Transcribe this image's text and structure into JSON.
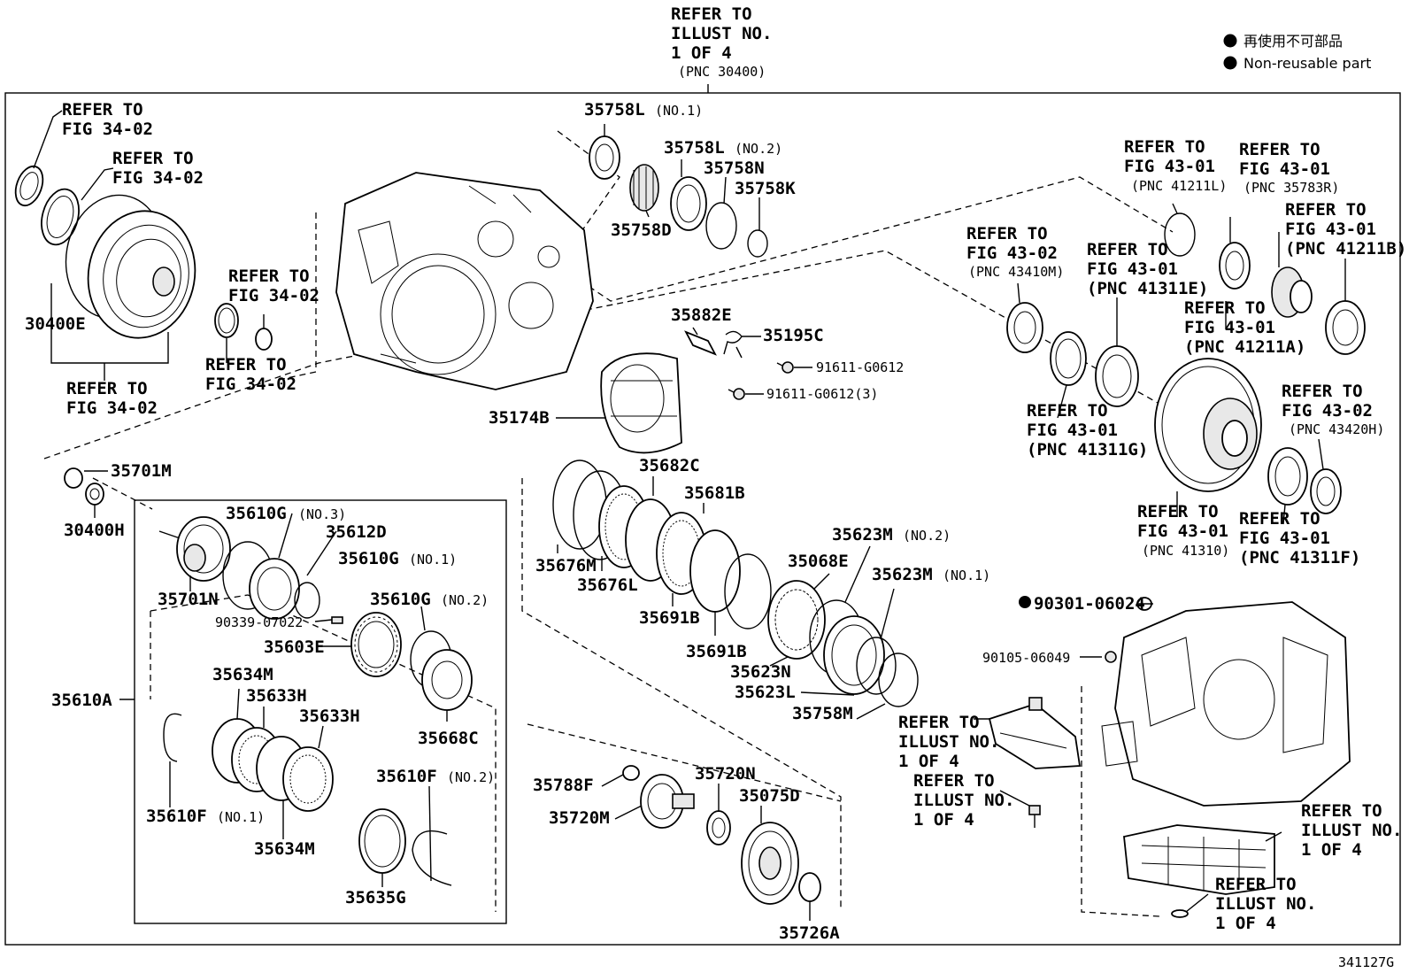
{
  "legend": {
    "line_jp": "再使用不可部品",
    "line_en": "Non-reusable part"
  },
  "figure_id": "341127G",
  "top_ref": [
    "REFER TO",
    "ILLUST NO.",
    "1 OF 4",
    "(PNC 30400)"
  ],
  "labels": [
    {
      "id": "ref-fig3402-a",
      "lines": [
        "REFER TO",
        "FIG 34-02"
      ]
    },
    {
      "id": "ref-fig3402-b",
      "lines": [
        "REFER TO",
        "FIG 34-02"
      ]
    },
    {
      "id": "ref-fig3402-c",
      "lines": [
        "REFER TO",
        "FIG 34-02"
      ]
    },
    {
      "id": "ref-fig3402-d",
      "lines": [
        "REFER TO",
        "FIG 34-02"
      ]
    },
    {
      "id": "ref-fig3402-e",
      "lines": [
        "REFER TO",
        "FIG 34-02"
      ]
    },
    {
      "id": "p30400E",
      "text": "30400E"
    },
    {
      "id": "p35758L1",
      "text": "35758L",
      "note": "(NO.1)"
    },
    {
      "id": "p35758L2",
      "text": "35758L",
      "note": "(NO.2)"
    },
    {
      "id": "p35758N",
      "text": "35758N"
    },
    {
      "id": "p35758K",
      "text": "35758K"
    },
    {
      "id": "p35758D",
      "text": "35758D"
    },
    {
      "id": "ref-41211L",
      "lines": [
        "REFER TO",
        "FIG 43-01",
        "(PNC 41211L)"
      ]
    },
    {
      "id": "ref-35783R",
      "lines": [
        "REFER TO",
        "FIG 43-01",
        "(PNC 35783R)"
      ]
    },
    {
      "id": "ref-41211B",
      "lines": [
        "REFER TO",
        "FIG 43-01",
        "(PNC 41211B)"
      ]
    },
    {
      "id": "ref-43410M",
      "lines": [
        "REFER TO",
        "FIG 43-02",
        "(PNC 43410M)"
      ]
    },
    {
      "id": "ref-41311E",
      "lines": [
        "REFER TO",
        "FIG 43-01",
        "(PNC 41311E)"
      ]
    },
    {
      "id": "ref-41211A",
      "lines": [
        "REFER TO",
        "FIG 43-01",
        "(PNC 41211A)"
      ]
    },
    {
      "id": "ref-41311G",
      "lines": [
        "REFER TO",
        "FIG 43-01",
        "(PNC 41311G)"
      ]
    },
    {
      "id": "ref-43420H",
      "lines": [
        "REFER TO",
        "FIG 43-02",
        "(PNC 43420H)"
      ]
    },
    {
      "id": "ref-41310",
      "lines": [
        "REFER TO",
        "FIG 43-01",
        "(PNC 41310)"
      ]
    },
    {
      "id": "ref-41311F",
      "lines": [
        "REFER TO",
        "FIG 43-01",
        "(PNC 41311F)"
      ]
    },
    {
      "id": "p35882E",
      "text": "35882E"
    },
    {
      "id": "p35195C",
      "text": "35195C"
    },
    {
      "id": "p91611a",
      "text": "91611-G0612"
    },
    {
      "id": "p91611b",
      "text": "91611-G0612(3)"
    },
    {
      "id": "p35174B",
      "text": "35174B"
    },
    {
      "id": "p35701M",
      "text": "35701M"
    },
    {
      "id": "p30400H",
      "text": "30400H"
    },
    {
      "id": "p35610G3",
      "text": "35610G",
      "note": "(NO.3)"
    },
    {
      "id": "p35612D",
      "text": "35612D"
    },
    {
      "id": "p35610G1",
      "text": "35610G",
      "note": "(NO.1)"
    },
    {
      "id": "p35701N",
      "text": "35701N"
    },
    {
      "id": "p90339",
      "text": "90339-07022"
    },
    {
      "id": "p35610G2",
      "text": "35610G",
      "note": "(NO.2)"
    },
    {
      "id": "p35603E",
      "text": "35603E"
    },
    {
      "id": "p35634Ma",
      "text": "35634M"
    },
    {
      "id": "p35633Ha",
      "text": "35633H"
    },
    {
      "id": "p35633Hb",
      "text": "35633H"
    },
    {
      "id": "p35610A",
      "text": "35610A"
    },
    {
      "id": "p35668C",
      "text": "35668C"
    },
    {
      "id": "p35610F2",
      "text": "35610F",
      "note": "(NO.2)"
    },
    {
      "id": "p35610F1",
      "text": "35610F",
      "note": "(NO.1)"
    },
    {
      "id": "p35634Mb",
      "text": "35634M"
    },
    {
      "id": "p35635G",
      "text": "35635G"
    },
    {
      "id": "p35682C",
      "text": "35682C"
    },
    {
      "id": "p35681B",
      "text": "35681B"
    },
    {
      "id": "p35676M",
      "text": "35676M"
    },
    {
      "id": "p35676L",
      "text": "35676L"
    },
    {
      "id": "p35691Ba",
      "text": "35691B"
    },
    {
      "id": "p35691Bb",
      "text": "35691B"
    },
    {
      "id": "p35068E",
      "text": "35068E"
    },
    {
      "id": "p35623M2",
      "text": "35623M",
      "note": "(NO.2)"
    },
    {
      "id": "p35623M1",
      "text": "35623M",
      "note": "(NO.1)"
    },
    {
      "id": "p35623N",
      "text": "35623N"
    },
    {
      "id": "p35623L",
      "text": "35623L"
    },
    {
      "id": "p35758M",
      "text": "35758M"
    },
    {
      "id": "p90301",
      "text": "90301-06024"
    },
    {
      "id": "p90105",
      "text": "90105-06049"
    },
    {
      "id": "ref-illust-a",
      "lines": [
        "REFER TO",
        "ILLUST NO.",
        "1 OF 4"
      ]
    },
    {
      "id": "ref-illust-b",
      "lines": [
        "REFER TO",
        "ILLUST NO.",
        "1 OF 4"
      ]
    },
    {
      "id": "ref-illust-c",
      "lines": [
        "REFER TO",
        "ILLUST NO.",
        "1 OF 4"
      ]
    },
    {
      "id": "ref-illust-d",
      "lines": [
        "REFER TO",
        "ILLUST NO.",
        "1 OF 4"
      ]
    },
    {
      "id": "p35788F",
      "text": "35788F"
    },
    {
      "id": "p35720N",
      "text": "35720N"
    },
    {
      "id": "p35720M",
      "text": "35720M"
    },
    {
      "id": "p35075D",
      "text": "35075D"
    },
    {
      "id": "p35726A",
      "text": "35726A"
    }
  ]
}
